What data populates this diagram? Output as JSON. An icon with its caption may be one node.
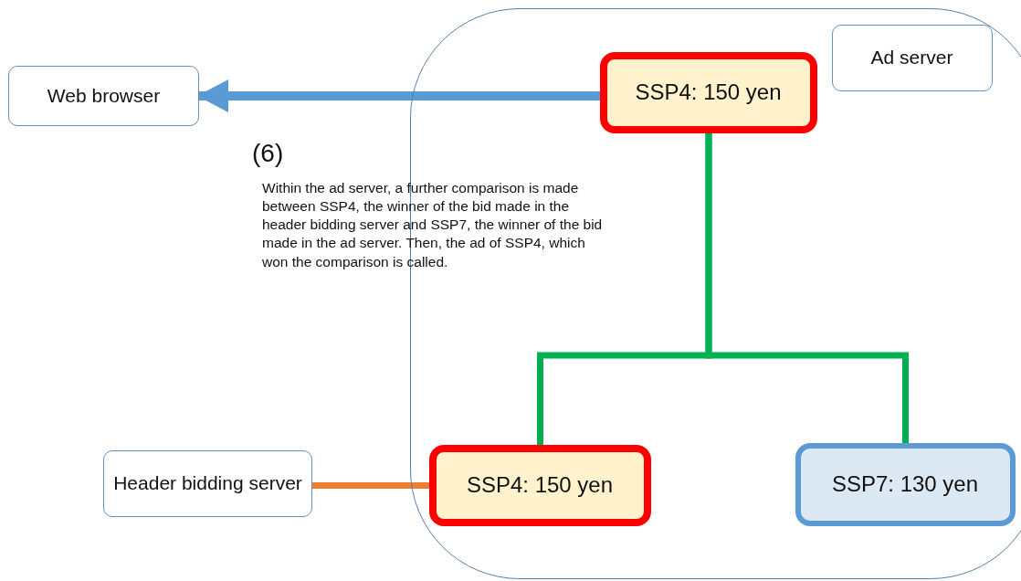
{
  "diagram": {
    "nodes": [
      {
        "text": [
          "Web browser"
        ]
      },
      {
        "text": [],
        "shape": "box"
      },
      {
        "text": [
          "Ad server"
        ],
        "in": 1
      },
      {
        "text": [
          "SSP4: 150 yen"
        ],
        "in": 1
      },
      {
        "text": [
          "Header bidding server"
        ]
      },
      {
        "text": [
          "SSP4: 150 yen"
        ],
        "in": 1
      },
      {
        "text": [
          "SSP7: 130 yen"
        ],
        "in": 1
      }
    ],
    "edges": [
      {
        "from": 3,
        "to": 0,
        "arrow": "to",
        "color": "#5b9bd5"
      },
      {
        "from": 5,
        "to": 3,
        "arrow": "none",
        "color": "#00b050"
      },
      {
        "from": 6,
        "to": 3,
        "arrow": "none",
        "color": "#00b050"
      },
      {
        "from": 4,
        "to": 5,
        "arrow": "none",
        "color": "#ed7d31"
      }
    ],
    "labels": [
      "(6)",
      "Within the ad server, a further comparison is made between SSP4, the winner of the bid made in the header bidding server and SSP7, the winner of the bid made in the ad server. Then, the ad of SSP4, which won the comparison is called."
    ]
  }
}
